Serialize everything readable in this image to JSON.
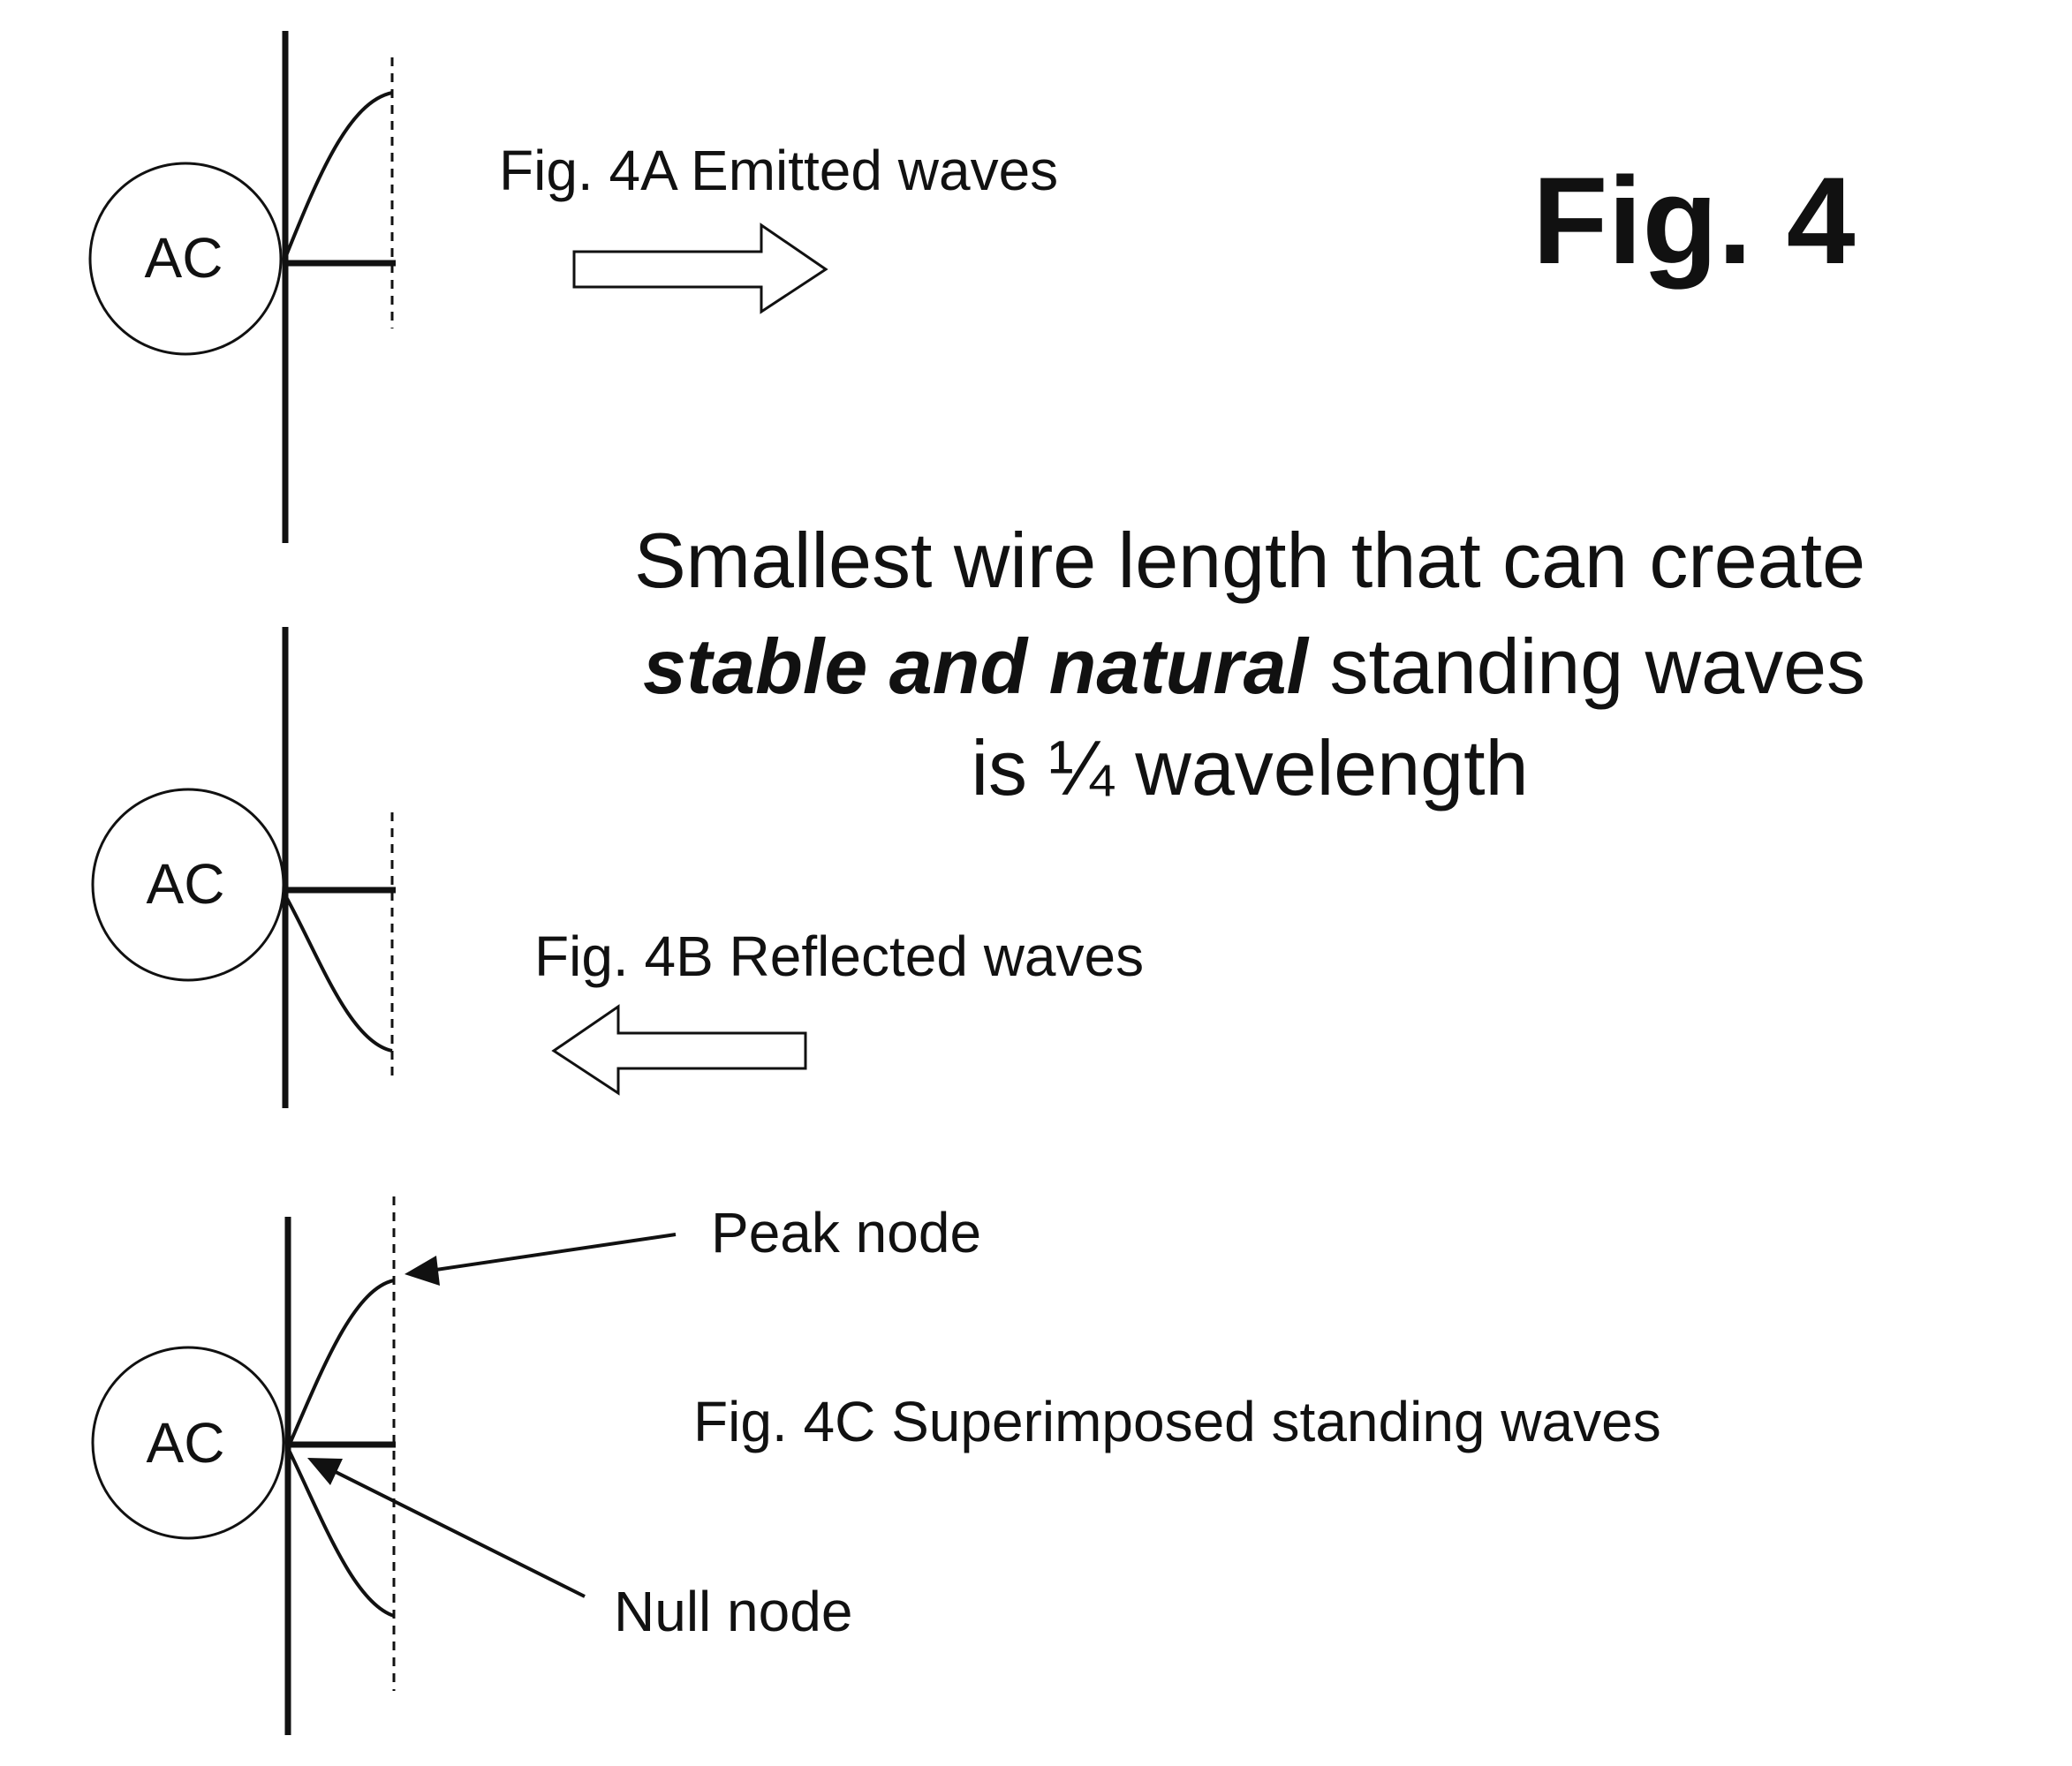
{
  "figure": {
    "title": "Fig. 4",
    "ink_color": "#111111",
    "background": "#ffffff"
  },
  "source_label": "AC",
  "statement": {
    "line1": "Smallest  wire  length  that  can  create",
    "line2_emphasis": "stable  and  natural",
    "line2_rest": " standing  waves",
    "line3": "is ¼  wavelength"
  },
  "panels": {
    "a": {
      "caption": "Fig. 4A   Emitted  waves",
      "arrow_direction": "right"
    },
    "b": {
      "caption": "Fig. 4B  Reflected  waves",
      "arrow_direction": "left"
    },
    "c": {
      "caption": "Fig. 4C  Superimposed  standing  waves",
      "peak_label": "Peak  node",
      "null_label": "Null  node"
    }
  }
}
